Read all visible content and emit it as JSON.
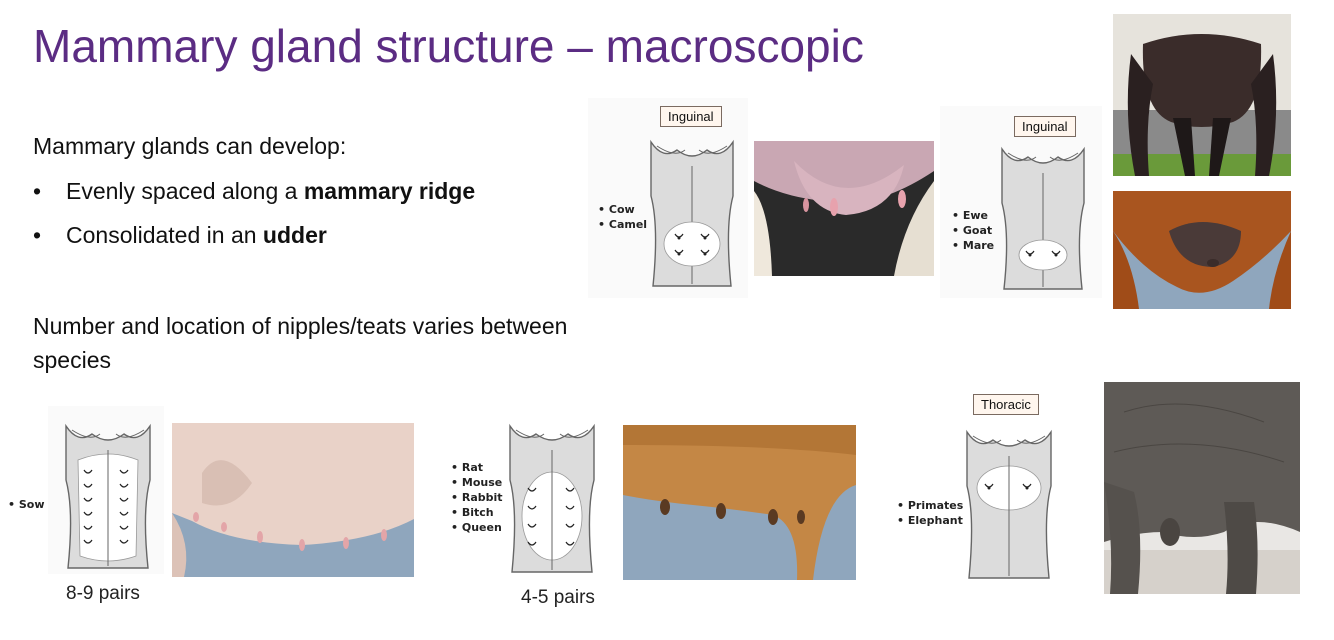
{
  "slide": {
    "title": "Mammary gland structure – macroscopic",
    "intro": "Mammary glands can develop:",
    "bullets": [
      {
        "prefix": "Evenly spaced along a ",
        "bold": "mammary ridge"
      },
      {
        "prefix": "Consolidated in an ",
        "bold": "udder"
      }
    ],
    "paragraph": "Number and location of nipples/teats varies between species"
  },
  "diagrams": {
    "cow_camel": {
      "label": "Inguinal",
      "species": [
        "Cow",
        "Camel"
      ]
    },
    "ewe_goat_mare": {
      "label": "Inguinal",
      "species": [
        "Ewe",
        "Goat",
        "Mare"
      ]
    },
    "sow": {
      "species": [
        "Sow"
      ],
      "pairs": "8-9 pairs"
    },
    "rat_group": {
      "species": [
        "Rat",
        "Mouse",
        "Rabbit",
        "Bitch",
        "Queen"
      ],
      "pairs": "4-5 pairs"
    },
    "primates": {
      "label": "Thoracic",
      "species": [
        "Primates",
        "Elephant"
      ]
    }
  },
  "colors": {
    "title": "#5b2c83",
    "cow_photo": "#2a2a2a",
    "sheep_photo": "#e6e3dc",
    "horse_photo": "#a9551f",
    "pig_photo": "#e9d2c8",
    "dog_photo": "#c48745",
    "elephant_photo": "#5e5a56",
    "photo_bg_blue": "#8fa6bd"
  }
}
